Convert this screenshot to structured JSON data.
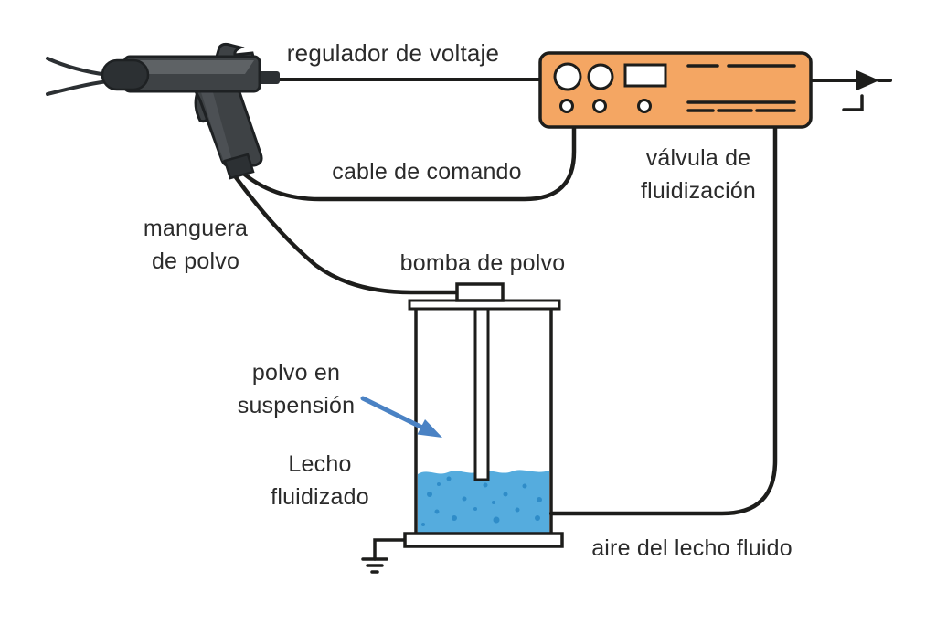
{
  "colors": {
    "background": "#ffffff",
    "line": "#1d1d1b",
    "text": "#2b2b2b",
    "box-fill": "#f4a663",
    "panel-detail": "#ffffff",
    "fluid": "#55acde",
    "fluid-dot": "#2f8cc8",
    "arrow": "#4a82c4",
    "gun-body": "#3e4245",
    "gun-dark": "#2c3033",
    "gun-light": "#5e6265",
    "gun-outline": "#1e2123"
  },
  "diagram": {
    "labels": {
      "voltage_regulator": "regulador de voltaje",
      "command_cable": "cable de comando",
      "fluidization_valve": "válvula de\nfluidización",
      "powder_hose": "manguera\nde polvo",
      "powder_pump": "bomba de polvo",
      "suspended_powder": "polvo en\nsuspensión",
      "fluidized_bed": "Lecho\nfluidizado",
      "fluid_bed_air": "aire del lecho fluido"
    }
  }
}
